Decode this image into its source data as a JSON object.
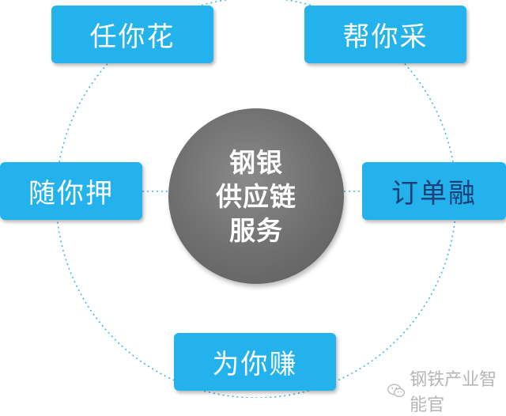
{
  "center": {
    "lines": [
      "钢银",
      "供应链",
      "服务"
    ]
  },
  "nodes": {
    "top_left": "任你花",
    "top_right": "帮你采",
    "left": "随你押",
    "right": "订单融",
    "bottom": "为你赚"
  },
  "watermark": {
    "text": "钢铁产业智能官",
    "icon": "wechat-icon"
  },
  "colors": {
    "box": "#23b2ec",
    "center": "#6e6e6e",
    "ring": "#3fb7e6",
    "right_text": "#1c3f78"
  }
}
